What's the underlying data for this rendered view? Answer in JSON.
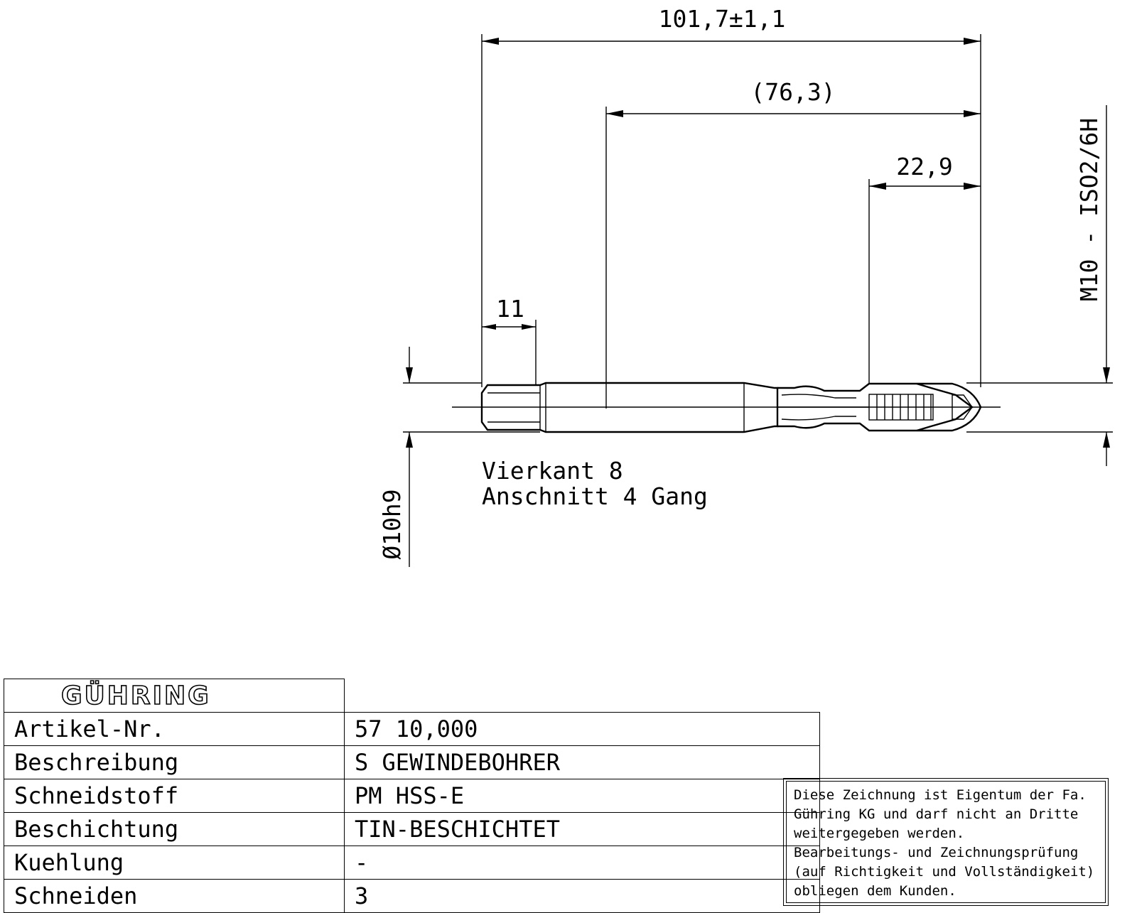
{
  "dimensions": {
    "overall_length": "101,7±1,1",
    "shank_to_tip": "(76,3)",
    "thread_length": "22,9",
    "square_length": "11",
    "shank_diameter": "Ø10h9",
    "thread_spec": "M10 - ISO2/6H"
  },
  "notes": {
    "line1": "Vierkant 8",
    "line2": "Anschnitt 4 Gang"
  },
  "title_block": {
    "logo": "GÜHRING",
    "rows": [
      {
        "label": "Artikel-Nr.",
        "value": "57 10,000"
      },
      {
        "label": "Beschreibung",
        "value": "S GEWINDEBOHRER"
      },
      {
        "label": "Schneidstoff",
        "value": "PM HSS-E"
      },
      {
        "label": "Beschichtung",
        "value": "TIN-BESCHICHTET"
      },
      {
        "label": "Kuehlung",
        "value": "-"
      },
      {
        "label": "Schneiden",
        "value": "3"
      }
    ]
  },
  "notice": {
    "lines": [
      "Diese Zeichnung ist Eigentum der Fa.",
      "Gühring KG und darf nicht an Dritte",
      "weitergegeben werden.",
      "Bearbeitungs- und Zeichnungsprüfung",
      "(auf Richtigkeit und Vollständigkeit)",
      "obliegen dem Kunden."
    ]
  }
}
